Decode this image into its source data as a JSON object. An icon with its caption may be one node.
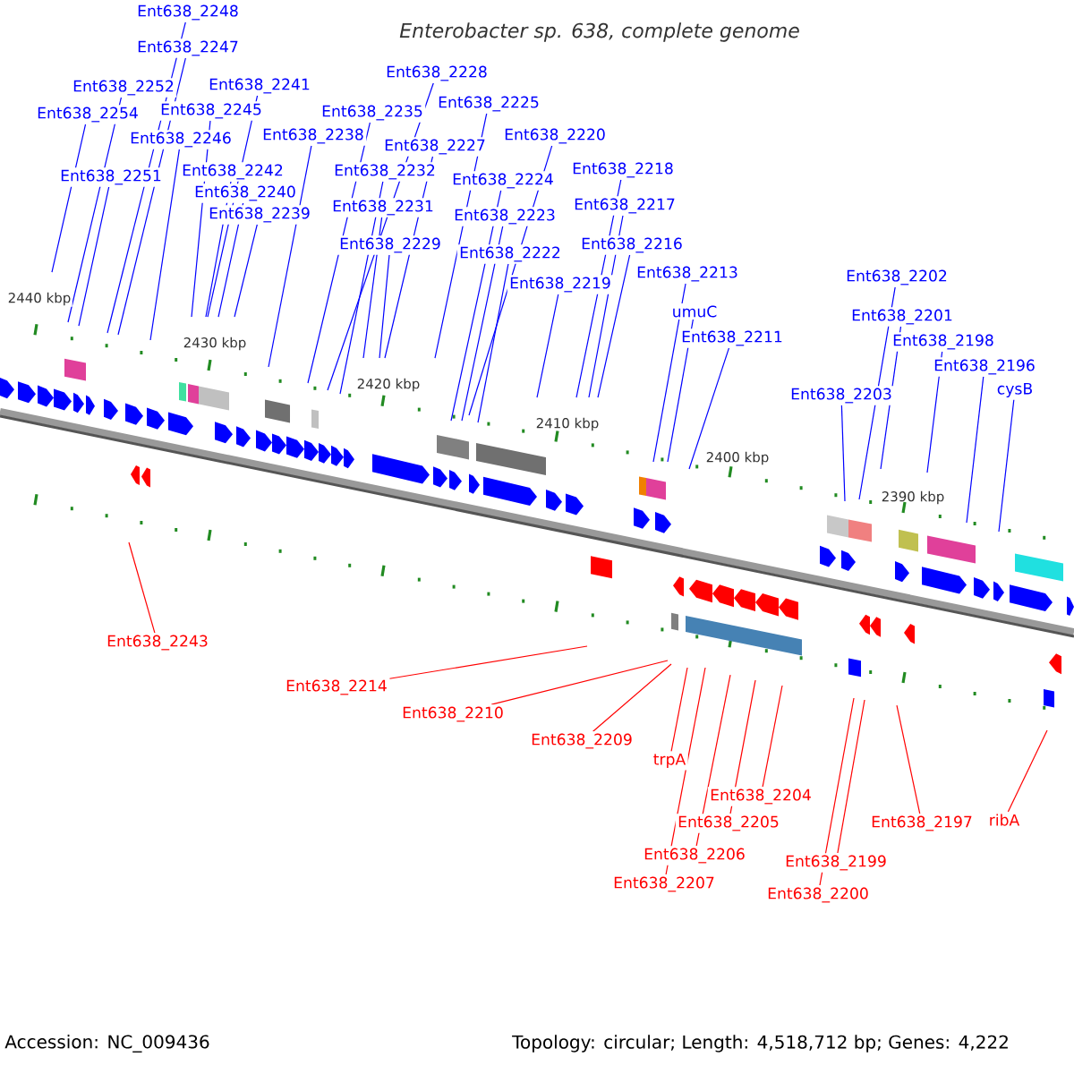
{
  "diagram": {
    "title": "Enterobacter sp. 638, complete genome",
    "nodes": [
      {
        "text": [
          "Ent638_2248"
        ]
      },
      {
        "text": [
          "Ent638_2247"
        ]
      },
      {
        "text": [
          "Ent638_2252"
        ]
      },
      {
        "text": [
          "Ent638_2254"
        ]
      },
      {
        "text": [
          "Ent638_2241"
        ]
      },
      {
        "text": [
          "Ent638_2245"
        ]
      },
      {
        "text": [
          "Ent638_2246"
        ]
      },
      {
        "text": [
          "Ent638_2238"
        ]
      },
      {
        "text": [
          "Ent638_2251"
        ]
      },
      {
        "text": [
          "Ent638_2242"
        ]
      },
      {
        "text": [
          "Ent638_2240"
        ]
      },
      {
        "text": [
          "Ent638_2239"
        ]
      },
      {
        "text": [
          "Ent638_2228"
        ]
      },
      {
        "text": [
          "Ent638_2235"
        ]
      },
      {
        "text": [
          "Ent638_2225"
        ]
      },
      {
        "text": [
          "Ent638_2227"
        ]
      },
      {
        "text": [
          "Ent638_2220"
        ]
      },
      {
        "text": [
          "Ent638_2232"
        ]
      },
      {
        "text": [
          "Ent638_2231"
        ]
      },
      {
        "text": [
          "Ent638_2224"
        ]
      },
      {
        "text": [
          "Ent638_2229"
        ]
      },
      {
        "text": [
          "Ent638_2223"
        ]
      },
      {
        "text": [
          "Ent638_2218"
        ]
      },
      {
        "text": [
          "Ent638_2217"
        ]
      },
      {
        "text": [
          "Ent638_2222"
        ]
      },
      {
        "text": [
          "Ent638_2216"
        ]
      },
      {
        "text": [
          "Ent638_2219"
        ]
      },
      {
        "text": [
          "Ent638_2213"
        ]
      },
      {
        "text": [
          "umuC"
        ]
      },
      {
        "text": [
          "Ent638_2211"
        ]
      },
      {
        "text": [
          "Ent638_2202"
        ]
      },
      {
        "text": [
          "Ent638_2201"
        ]
      },
      {
        "text": [
          "Ent638_2198"
        ]
      },
      {
        "text": [
          "Ent638_2203"
        ]
      },
      {
        "text": [
          "Ent638_2196"
        ]
      },
      {
        "text": [
          "cysB"
        ]
      },
      {
        "text": [
          "Ent638_2243"
        ]
      },
      {
        "text": [
          "Ent638_2214"
        ]
      },
      {
        "text": [
          "Ent638_2210"
        ]
      },
      {
        "text": [
          "Ent638_2209"
        ]
      },
      {
        "text": [
          "trpA"
        ]
      },
      {
        "text": [
          "Ent638_2204"
        ]
      },
      {
        "text": [
          "Ent638_2205"
        ]
      },
      {
        "text": [
          "Ent638_2206"
        ]
      },
      {
        "text": [
          "Ent638_2207"
        ]
      },
      {
        "text": [
          "Ent638_2199"
        ]
      },
      {
        "text": [
          "Ent638_2200"
        ]
      },
      {
        "text": [
          "Ent638_2197"
        ]
      },
      {
        "text": [
          "ribA"
        ]
      }
    ],
    "edges": [
      {
        "from": 0,
        "to": null,
        "arrow": "none"
      },
      {
        "from": 1,
        "to": null,
        "arrow": "none"
      },
      {
        "from": 2,
        "to": null,
        "arrow": "none"
      },
      {
        "from": 3,
        "to": null,
        "arrow": "none"
      },
      {
        "from": 4,
        "to": null,
        "arrow": "none"
      },
      {
        "from": 5,
        "to": null,
        "arrow": "none"
      },
      {
        "from": 6,
        "to": null,
        "arrow": "none"
      },
      {
        "from": 7,
        "to": null,
        "arrow": "none"
      },
      {
        "from": 8,
        "to": null,
        "arrow": "none"
      },
      {
        "from": 9,
        "to": null,
        "arrow": "none"
      },
      {
        "from": 10,
        "to": null,
        "arrow": "none"
      },
      {
        "from": 11,
        "to": null,
        "arrow": "none"
      },
      {
        "from": 12,
        "to": null,
        "arrow": "none"
      },
      {
        "from": 13,
        "to": null,
        "arrow": "none"
      },
      {
        "from": 14,
        "to": null,
        "arrow": "none"
      },
      {
        "from": 15,
        "to": null,
        "arrow": "none"
      },
      {
        "from": 16,
        "to": null,
        "arrow": "none"
      },
      {
        "from": 17,
        "to": null,
        "arrow": "none"
      },
      {
        "from": 18,
        "to": null,
        "arrow": "none"
      },
      {
        "from": 19,
        "to": null,
        "arrow": "none"
      },
      {
        "from": 20,
        "to": null,
        "arrow": "none"
      },
      {
        "from": 21,
        "to": null,
        "arrow": "none"
      },
      {
        "from": 22,
        "to": null,
        "arrow": "none"
      },
      {
        "from": 23,
        "to": null,
        "arrow": "none"
      },
      {
        "from": 24,
        "to": null,
        "arrow": "none"
      },
      {
        "from": 25,
        "to": null,
        "arrow": "none"
      },
      {
        "from": 26,
        "to": null,
        "arrow": "none"
      },
      {
        "from": 27,
        "to": null,
        "arrow": "none"
      },
      {
        "from": 28,
        "to": null,
        "arrow": "none"
      },
      {
        "from": 29,
        "to": null,
        "arrow": "none"
      },
      {
        "from": 30,
        "to": null,
        "arrow": "none"
      },
      {
        "from": 31,
        "to": null,
        "arrow": "none"
      },
      {
        "from": 32,
        "to": null,
        "arrow": "none"
      },
      {
        "from": 33,
        "to": null,
        "arrow": "none"
      },
      {
        "from": 34,
        "to": null,
        "arrow": "none"
      },
      {
        "from": 35,
        "to": null,
        "arrow": "none"
      },
      {
        "from": 36,
        "to": null,
        "arrow": "none",
        "color": "#ff0000"
      },
      {
        "from": 37,
        "to": null,
        "arrow": "none",
        "color": "#ff0000"
      },
      {
        "from": 38,
        "to": null,
        "arrow": "none",
        "color": "#ff0000"
      },
      {
        "from": 39,
        "to": null,
        "arrow": "none",
        "color": "#ff0000"
      },
      {
        "from": 40,
        "to": null,
        "arrow": "none",
        "color": "#ff0000"
      },
      {
        "from": 41,
        "to": null,
        "arrow": "none",
        "color": "#ff0000"
      },
      {
        "from": 42,
        "to": null,
        "arrow": "none",
        "color": "#ff0000"
      },
      {
        "from": 43,
        "to": null,
        "arrow": "none",
        "color": "#ff0000"
      },
      {
        "from": 44,
        "to": null,
        "arrow": "none",
        "color": "#ff0000"
      },
      {
        "from": 45,
        "to": null,
        "arrow": "none",
        "color": "#ff0000"
      },
      {
        "from": 46,
        "to": null,
        "arrow": "none",
        "color": "#ff0000"
      },
      {
        "from": 47,
        "to": null,
        "arrow": "none",
        "color": "#ff0000"
      },
      {
        "from": 48,
        "to": null,
        "arrow": "none",
        "color": "#ff0000"
      }
    ],
    "labels": [
      "2440 kbp",
      "2430 kbp",
      "2420 kbp",
      "2410 kbp",
      "2400 kbp",
      "2390 kbp",
      "Accession: NC_009436",
      "Topology: circular; Length: 4,518,712 bp; Genes: 4,222"
    ]
  }
}
